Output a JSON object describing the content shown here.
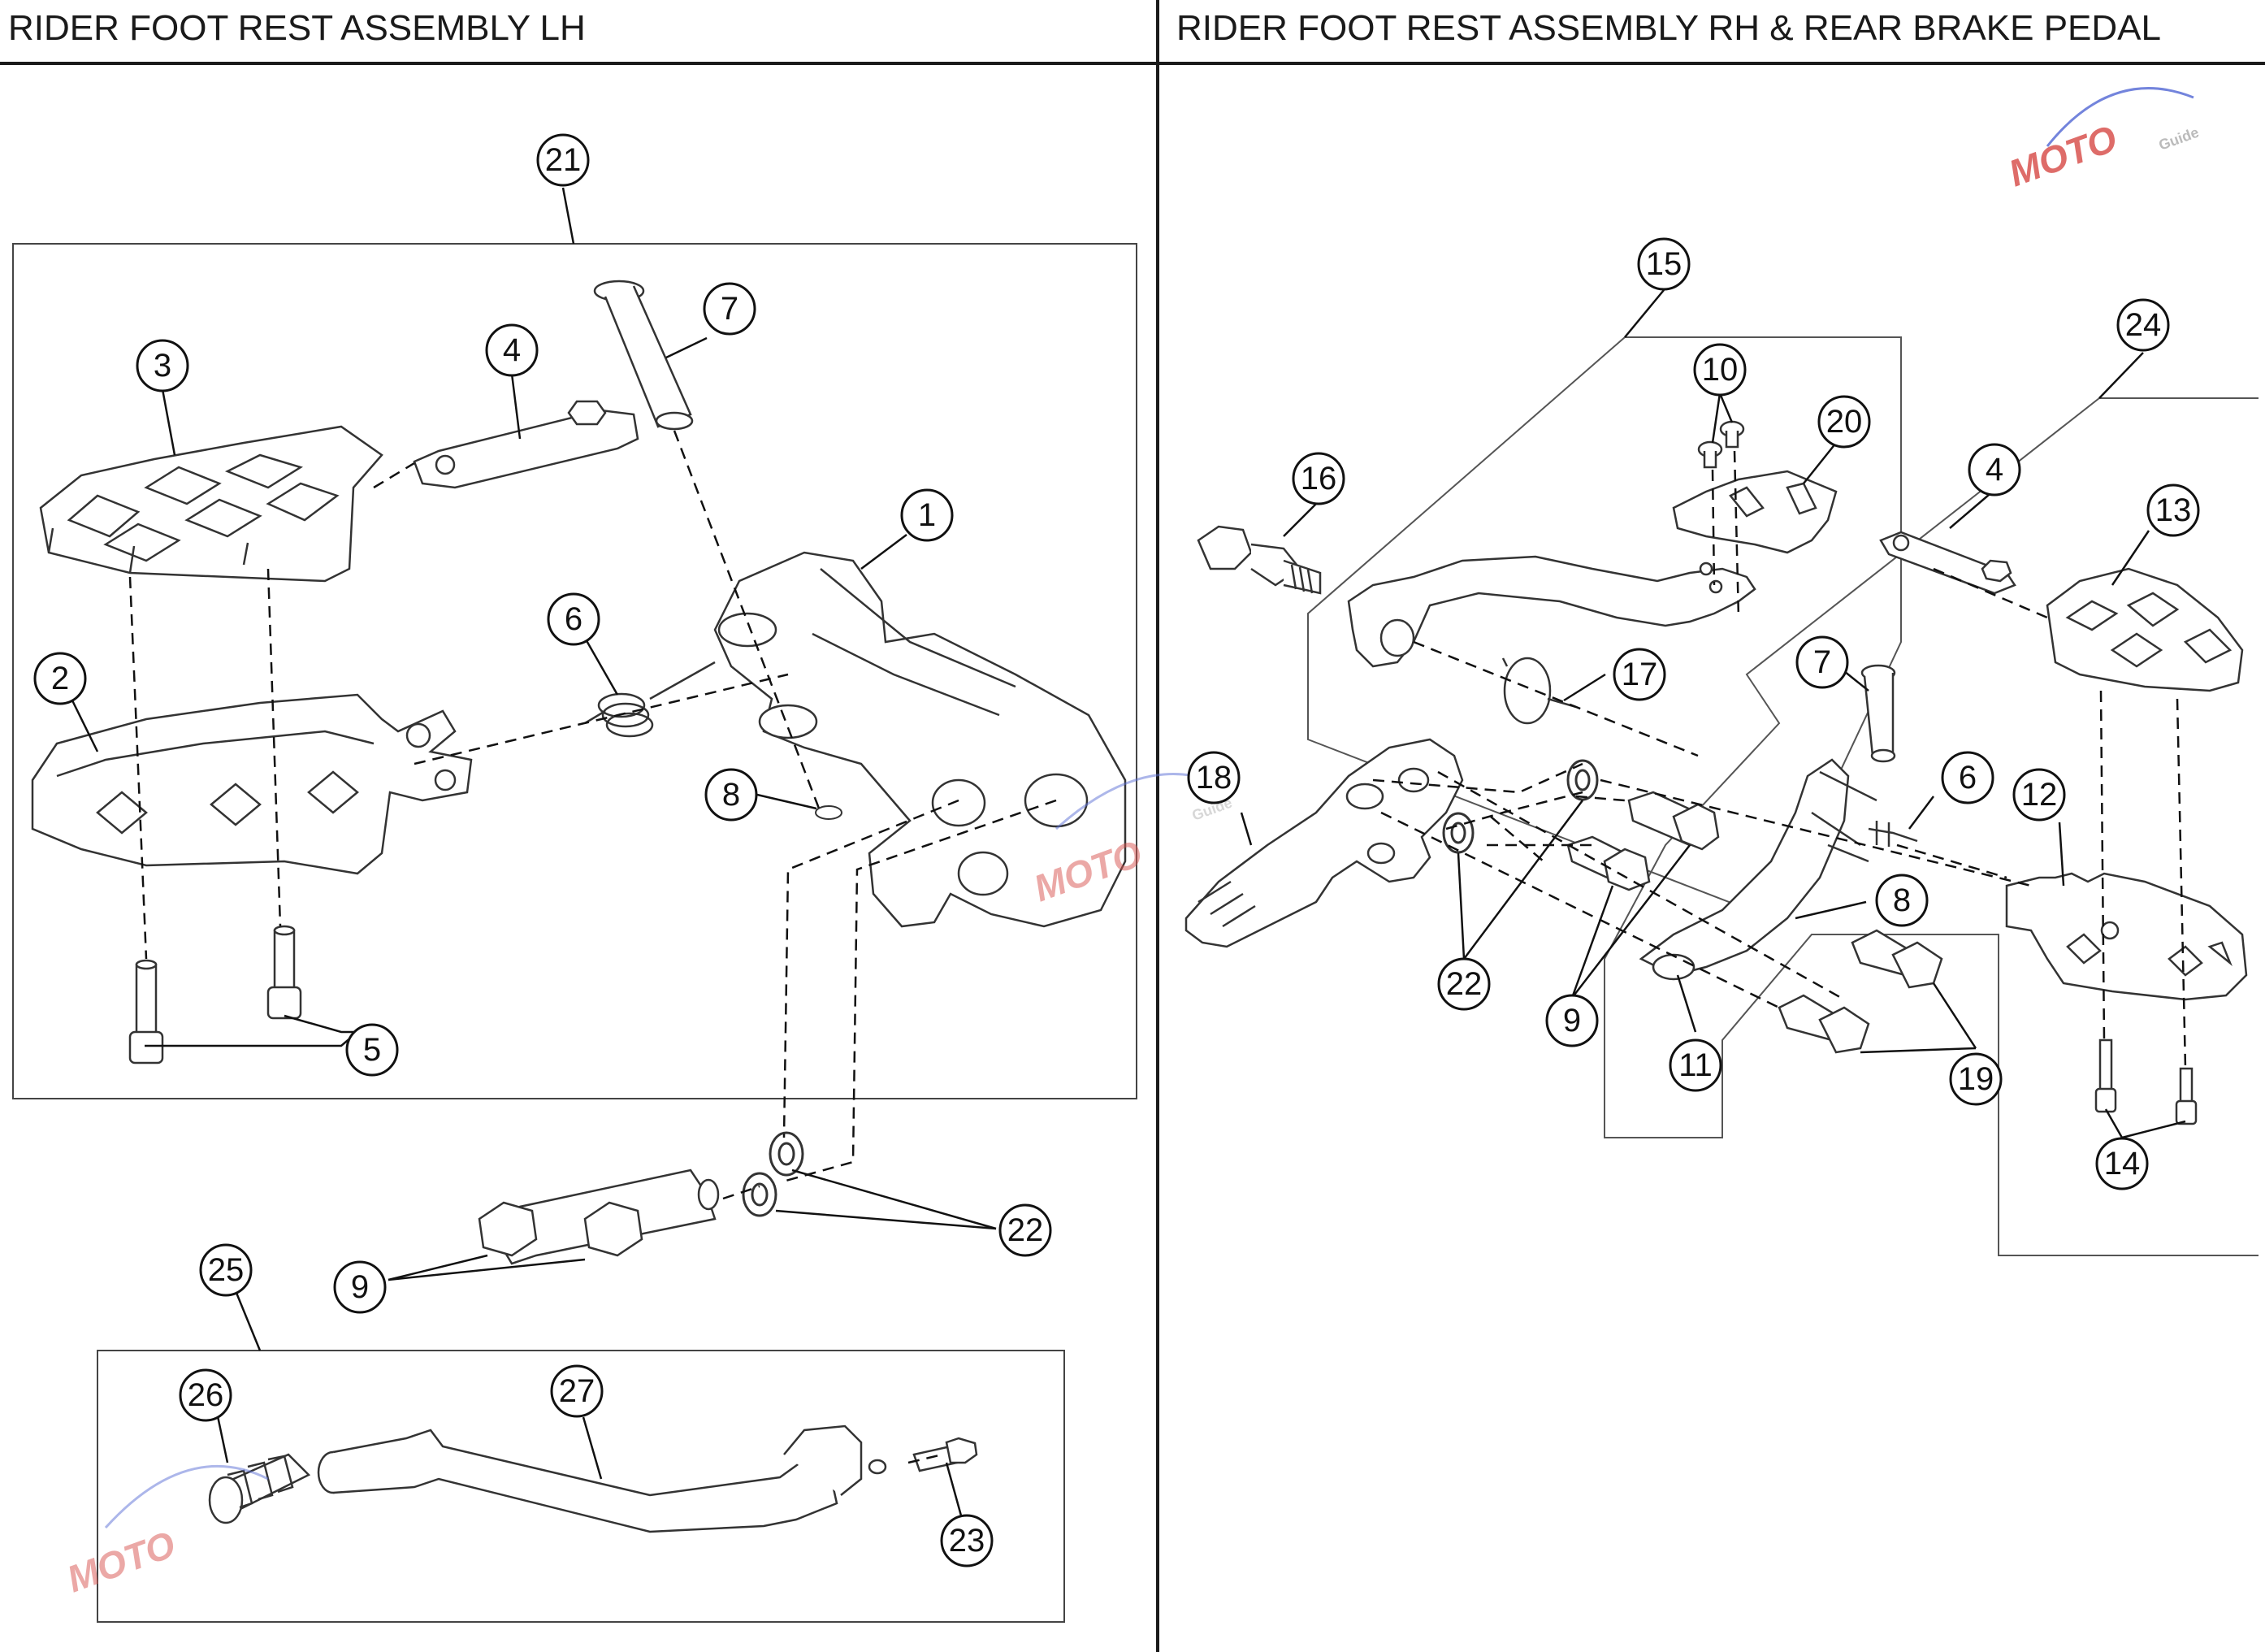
{
  "titles": {
    "left": "RIDER FOOT REST ASSEMBLY LH",
    "right": "RIDER FOOT REST ASSEMBLY RH & REAR BRAKE PEDAL"
  },
  "watermark": {
    "brand": "MOTO",
    "sub": "Guide",
    "colors": {
      "red": "#d9534f",
      "blue": "#5b6fd6",
      "gray": "#9a9a9a"
    }
  },
  "callouts": {
    "c1": "1",
    "c2": "2",
    "c3": "3",
    "c4": "4",
    "c5": "5",
    "c6": "6",
    "c7": "7",
    "c8": "8",
    "c9": "9",
    "c21": "21",
    "c22": "22",
    "c23": "23",
    "c25": "25",
    "c26": "26",
    "c27": "27",
    "r4": "4",
    "r6": "6",
    "r7": "7",
    "r8": "8",
    "r9": "9",
    "r10": "10",
    "r11": "11",
    "r12": "12",
    "r13": "13",
    "r14": "14",
    "r15": "15",
    "r16": "16",
    "r17": "17",
    "r18": "18",
    "r19": "19",
    "r20": "20",
    "r22": "22",
    "r24": "24"
  },
  "colors": {
    "line": "#1a1a1a",
    "part_stroke": "#333333",
    "background": "#ffffff"
  }
}
